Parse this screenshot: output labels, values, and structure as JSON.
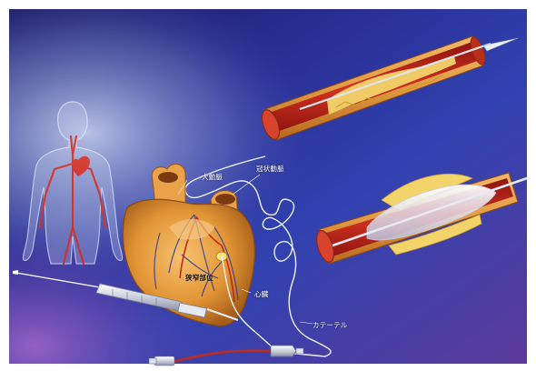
{
  "labels": {
    "aorta": "大動脈",
    "coronary_artery": "冠状動脈",
    "stenosis_site": "狭窄部位",
    "heart": "心臓",
    "catheter": "カテーテル"
  },
  "colors": {
    "background_deep": "#17185e",
    "background_mid": "#2c37a8",
    "background_light": "#a9b6e6",
    "vessel_wall": "#e8a24a",
    "vessel_lumen": "#c62a1e",
    "plaque": "#f2d46a",
    "heart": "#e79a3a",
    "catheter": "#e8eef8"
  }
}
